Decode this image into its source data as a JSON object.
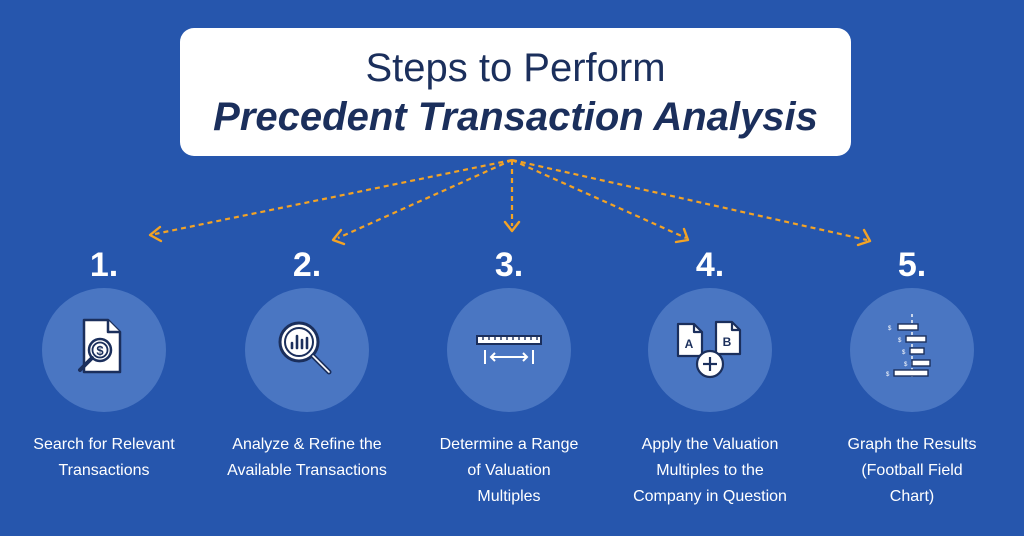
{
  "title": {
    "line1": "Steps to Perform",
    "line2": "Precedent Transaction Analysis"
  },
  "colors": {
    "background": "#2656ad",
    "circle": "#4a76c2",
    "arrow": "#f3a325",
    "title_text": "#1b2f5c"
  },
  "steps": [
    {
      "number": "1.",
      "icon": "document-dollar-search-icon",
      "label_lines": [
        "Search for Relevant",
        "Transactions"
      ]
    },
    {
      "number": "2.",
      "icon": "magnifier-bar-chart-icon",
      "label_lines": [
        "Analyze & Refine the",
        "Available Transactions"
      ]
    },
    {
      "number": "3.",
      "icon": "range-ruler-icon",
      "label_lines": [
        "Determine a Range",
        "of Valuation",
        "Multiples"
      ]
    },
    {
      "number": "4.",
      "icon": "documents-a-plus-b-icon",
      "label_lines": [
        "Apply the Valuation",
        "Multiples to the",
        "Company in Question"
      ]
    },
    {
      "number": "5.",
      "icon": "football-field-chart-icon",
      "label_lines": [
        "Graph the Results",
        "(Football Field",
        "Chart)"
      ]
    }
  ]
}
